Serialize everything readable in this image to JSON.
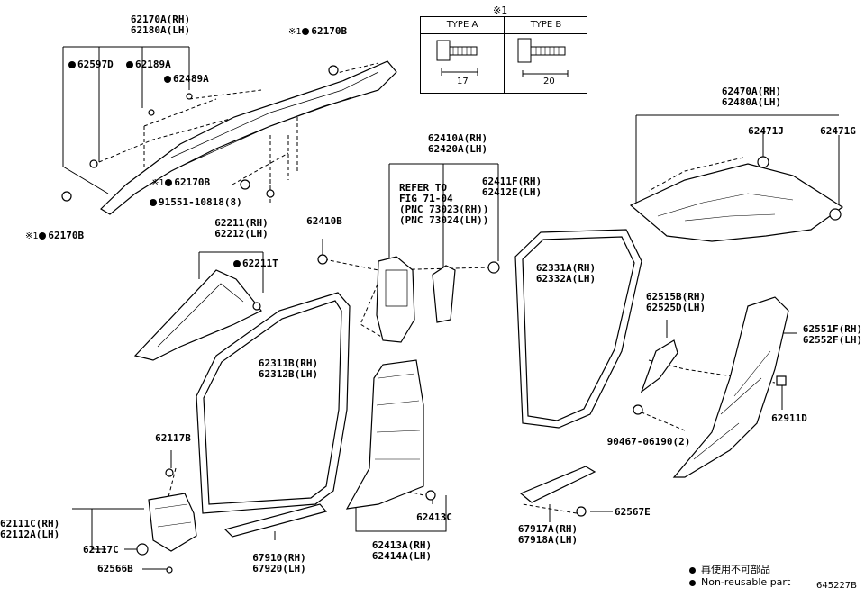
{
  "type_table": {
    "note_mark": "※1",
    "col_a": "TYPE A",
    "col_b": "TYPE B",
    "dim_a": "17",
    "dim_b": "20"
  },
  "labels": {
    "p62170A": [
      "62170A(RH)",
      "62180A(LH)"
    ],
    "p62597D": "62597D",
    "p62189A": "62189A",
    "p62489A": "62489A",
    "p62170B_top": "62170B",
    "p62170B_mid": "62170B",
    "p62170B_left": "62170B",
    "p91551": "91551-10818(8)",
    "p62211": [
      "62211(RH)",
      "62212(LH)"
    ],
    "p62211T": "62211T",
    "p62410B": "62410B",
    "p62410A": [
      "62410A(RH)",
      "62420A(LH)"
    ],
    "refer": [
      "REFER TO",
      "FIG 71-04",
      "(PNC 73023(RH))",
      "(PNC 73024(LH))"
    ],
    "p62411F": [
      "62411F(RH)",
      "62412E(LH)"
    ],
    "p62470A": [
      "62470A(RH)",
      "62480A(LH)"
    ],
    "p62471J": "62471J",
    "p62471G": "62471G",
    "p62331A": [
      "62331A(RH)",
      "62332A(LH)"
    ],
    "p62515B": [
      "62515B(RH)",
      "62525D(LH)"
    ],
    "p62551F": [
      "62551F(RH)",
      "62552F(LH)"
    ],
    "p62311B": [
      "62311B(RH)",
      "62312B(LH)"
    ],
    "p62911D": "62911D",
    "p90467": "90467-06190(2)",
    "p62117B": "62117B",
    "p62111C": [
      "62111C(RH)",
      "62112A(LH)"
    ],
    "p62117C": "62117C",
    "p62566B": "62566B",
    "p67910": [
      "67910(RH)",
      "67920(LH)"
    ],
    "p62413A": [
      "62413A(RH)",
      "62414A(LH)"
    ],
    "p62413C": "62413C",
    "p67917A": [
      "67917A(RH)",
      "67918A(LH)"
    ],
    "p62567E": "62567E"
  },
  "legend": {
    "line1": "再使用不可部品",
    "line2": "Non-reusable part"
  },
  "figure_id": "645227B"
}
